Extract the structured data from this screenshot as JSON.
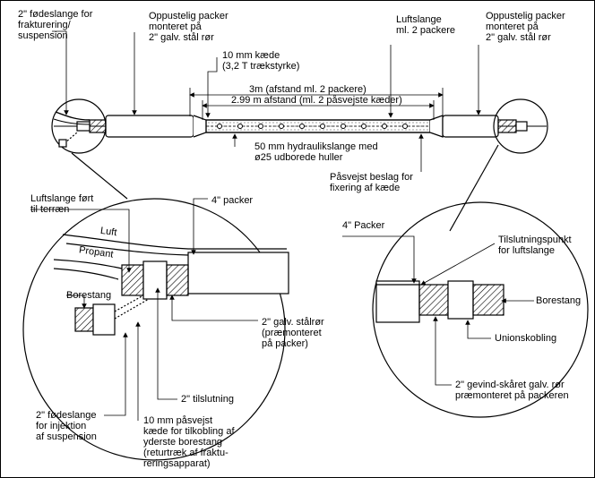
{
  "labels": {
    "feed_hose_top": "2\" fødeslange for\nfrakturering/\nsuspension",
    "packer_left_top": "Oppustelig packer\nmonteret på\n2\" galv. stål rør",
    "air_hose_top": "Luftslange\nml. 2 packere",
    "packer_right_top": "Oppustelig packer\nmonteret på\n2\" galv. stål rør",
    "chain": "10 mm kæde\n(3,2 T trækstyrke)",
    "dist_3m": "3m (afstand ml. 2 packere)",
    "dist_299": "2.99 m afstand (ml. 2 påsvejste kæder)",
    "hydraulic_hose": "50 mm hydraulikslange med\nø25 udborede huller",
    "welded_fitting": "Påsvejst beslag for\nfixering af kæde",
    "air_hose_terrain": "Luftslange ført\ntil terræn",
    "packer_4in_left": "4\" packer",
    "luft": "Luft",
    "propant": "Propant",
    "borestang_left": "Borestang",
    "steel_pipe": "2\" galv. stålrør\n(præmonteret\npå packer)",
    "connection_2in": "2\" tilslutning",
    "feed_hose_injection": "2\" fødeslange\nfor injektion\naf suspension",
    "welded_chain": "10 mm påsvejst\nkæde for tilkobling af\nyderste borestang\n(returtræk af fraktu-\nreringsapparat)",
    "packer_4in_right": "4\" Packer",
    "connection_point": "Tilslutningspunkt\nfor luftslange",
    "borestang_right": "Borestang",
    "union": "Unionskobling",
    "threaded_pipe": "2\" gevind-skåret galv. rør\npræmonteret på packeren"
  }
}
